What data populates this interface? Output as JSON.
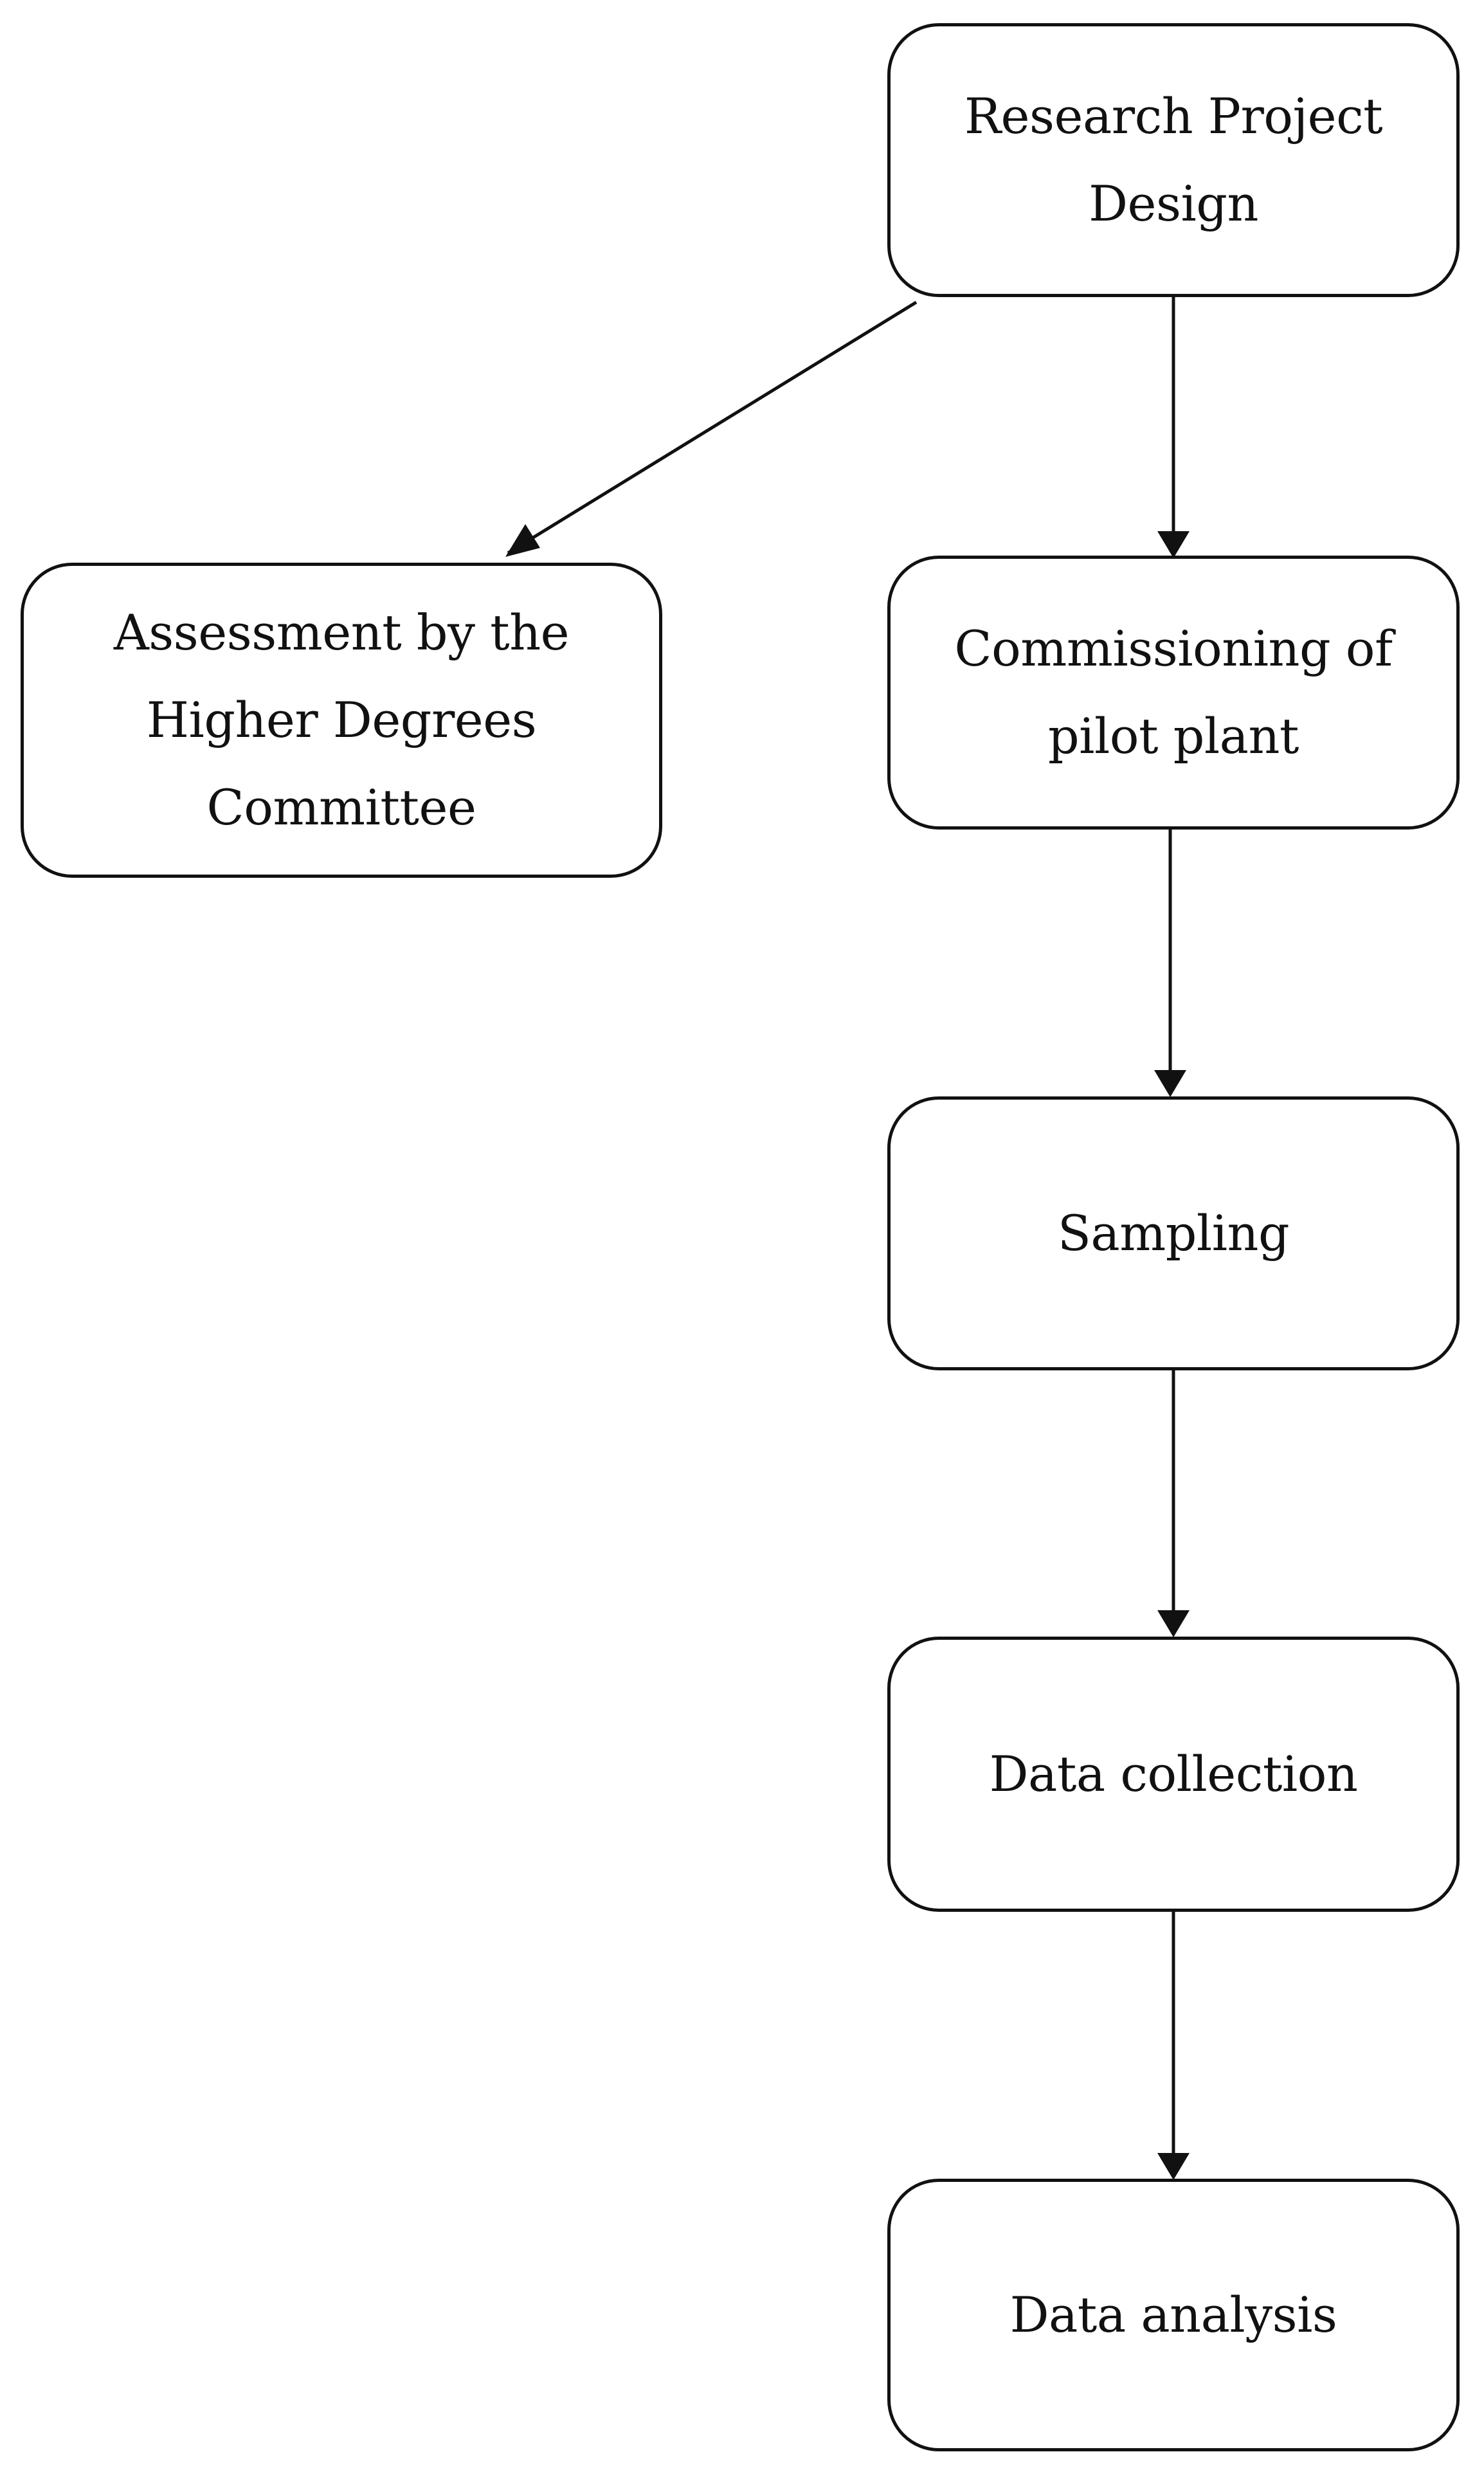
{
  "diagram": {
    "nodes": {
      "research": {
        "label": "Research Project\nDesign"
      },
      "assessment": {
        "label": "Assessment by the\nHigher Degrees\nCommittee"
      },
      "commissioning": {
        "label": "Commissioning of\npilot plant"
      },
      "sampling": {
        "label": "Sampling"
      },
      "data_collection": {
        "label": "Data collection"
      },
      "data_analysis": {
        "label": "Data analysis"
      }
    },
    "edges": [
      {
        "from": "research",
        "to": "assessment"
      },
      {
        "from": "research",
        "to": "commissioning"
      },
      {
        "from": "commissioning",
        "to": "sampling"
      },
      {
        "from": "sampling",
        "to": "data_collection"
      },
      {
        "from": "data_collection",
        "to": "data_analysis"
      }
    ],
    "colors": {
      "stroke": "#111111",
      "background": "#ffffff"
    }
  }
}
